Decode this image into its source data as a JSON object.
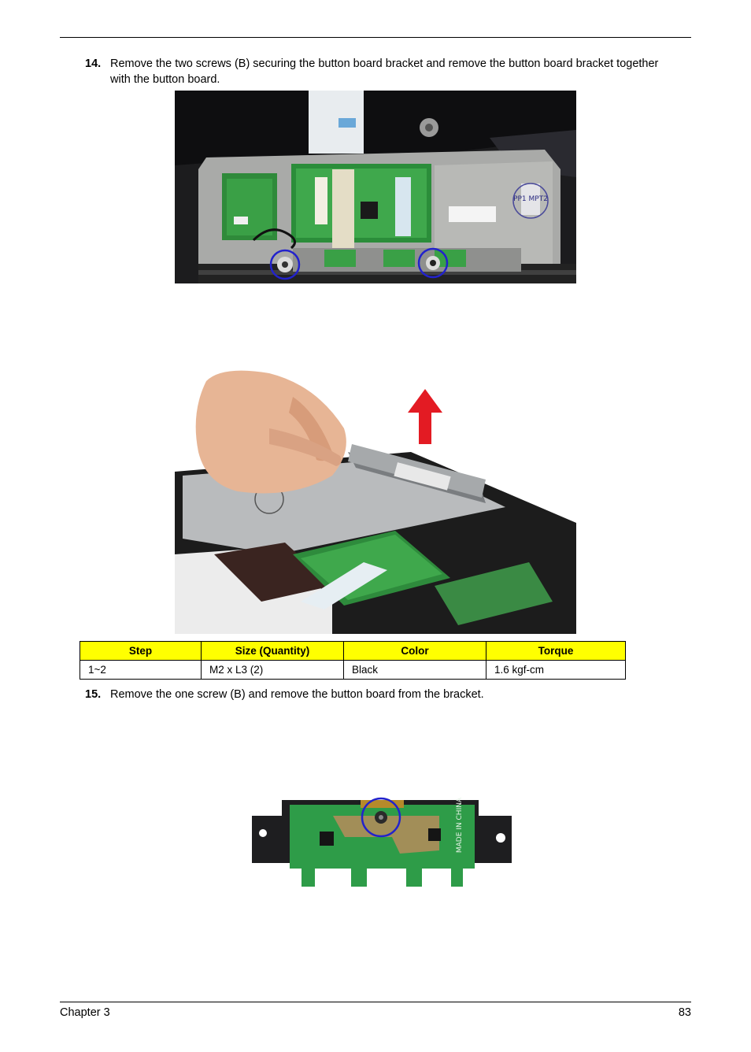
{
  "steps": [
    {
      "number": "14.",
      "text": "Remove the two screws (B) securing the button board bracket and remove the button board bracket together with the button board."
    },
    {
      "number": "15.",
      "text": "Remove the one screw (B) and remove the button board from the bracket."
    }
  ],
  "images": {
    "photo1_label": "PP1 MPT2",
    "photo1_icon": "touchpad-board-with-screws-circled",
    "photo2_icon": "hand-lifting-bracket-with-red-arrow",
    "photo3_icon": "button-board-with-screw-circled",
    "photo3_board_text": "MADE IN CHINA"
  },
  "table": {
    "headers": [
      "Step",
      "Size (Quantity)",
      "Color",
      "Torque"
    ],
    "rows": [
      [
        "1~2",
        "M2 x L3 (2)",
        "Black",
        "1.6 kgf-cm"
      ]
    ],
    "header_color": "#ffff00"
  },
  "footer": {
    "chapter": "Chapter 3",
    "page": "83"
  }
}
